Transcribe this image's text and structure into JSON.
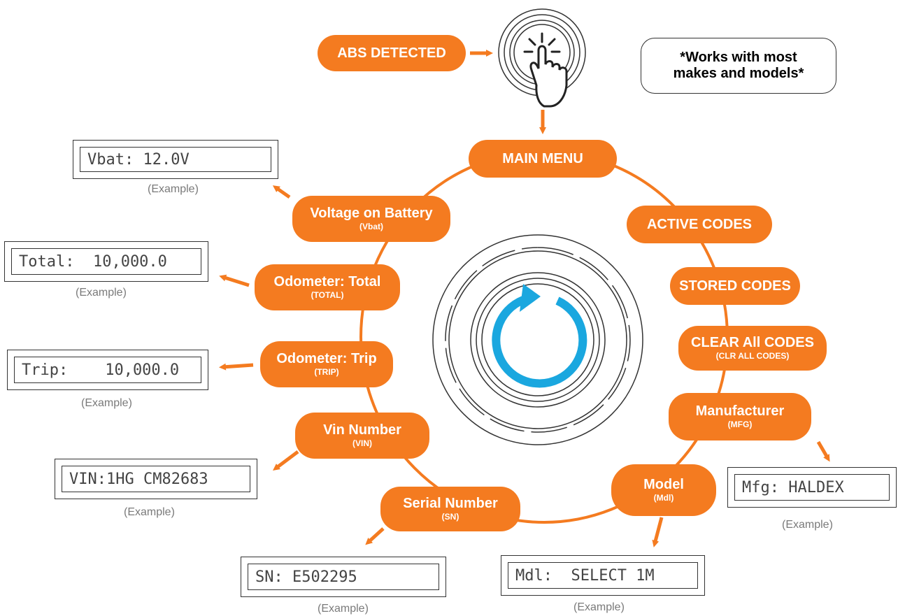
{
  "menu": {
    "abs_detected": "ABS DETECTED",
    "main_menu": "MAIN MENU",
    "active_codes": "ACTIVE CODES",
    "stored_codes": "STORED CODES",
    "clear_all": {
      "title": "CLEAR All CODES",
      "sub": "(CLR ALL CODES)"
    },
    "manufacturer": {
      "title": "Manufacturer",
      "sub": "(MFG)"
    },
    "model": {
      "title": "Model",
      "sub": "(Mdl)"
    },
    "serial": {
      "title": "Serial Number",
      "sub": "(SN)"
    },
    "vin": {
      "title": "Vin Number",
      "sub": "(VIN)"
    },
    "trip": {
      "title": "Odometer: Trip",
      "sub": "(TRIP)"
    },
    "total": {
      "title": "Odometer: Total",
      "sub": "(TOTAL)"
    },
    "vbat": {
      "title": "Voltage on Battery",
      "sub": "(Vbat)"
    }
  },
  "note": {
    "line1": "*Works with most",
    "line2": "makes and models*"
  },
  "displays": {
    "vbat": "Vbat: 12.0V",
    "total": "Total:  10,000.0",
    "trip": "Trip:    10,000.0",
    "vin": "VIN:1HG CM82683",
    "serial": "SN: E502295",
    "model": "Mdl:  SELECT 1M",
    "manufacturer": "Mfg: HALDEX"
  },
  "example_label": "(Example)",
  "colors": {
    "accent": "#f47b20",
    "rotate_arrow": "#1aa7df",
    "outline": "#333333"
  },
  "icons": {
    "knob": "knob-icon",
    "press": "hand-press-icon",
    "rotate": "rotate-arrow-icon"
  }
}
